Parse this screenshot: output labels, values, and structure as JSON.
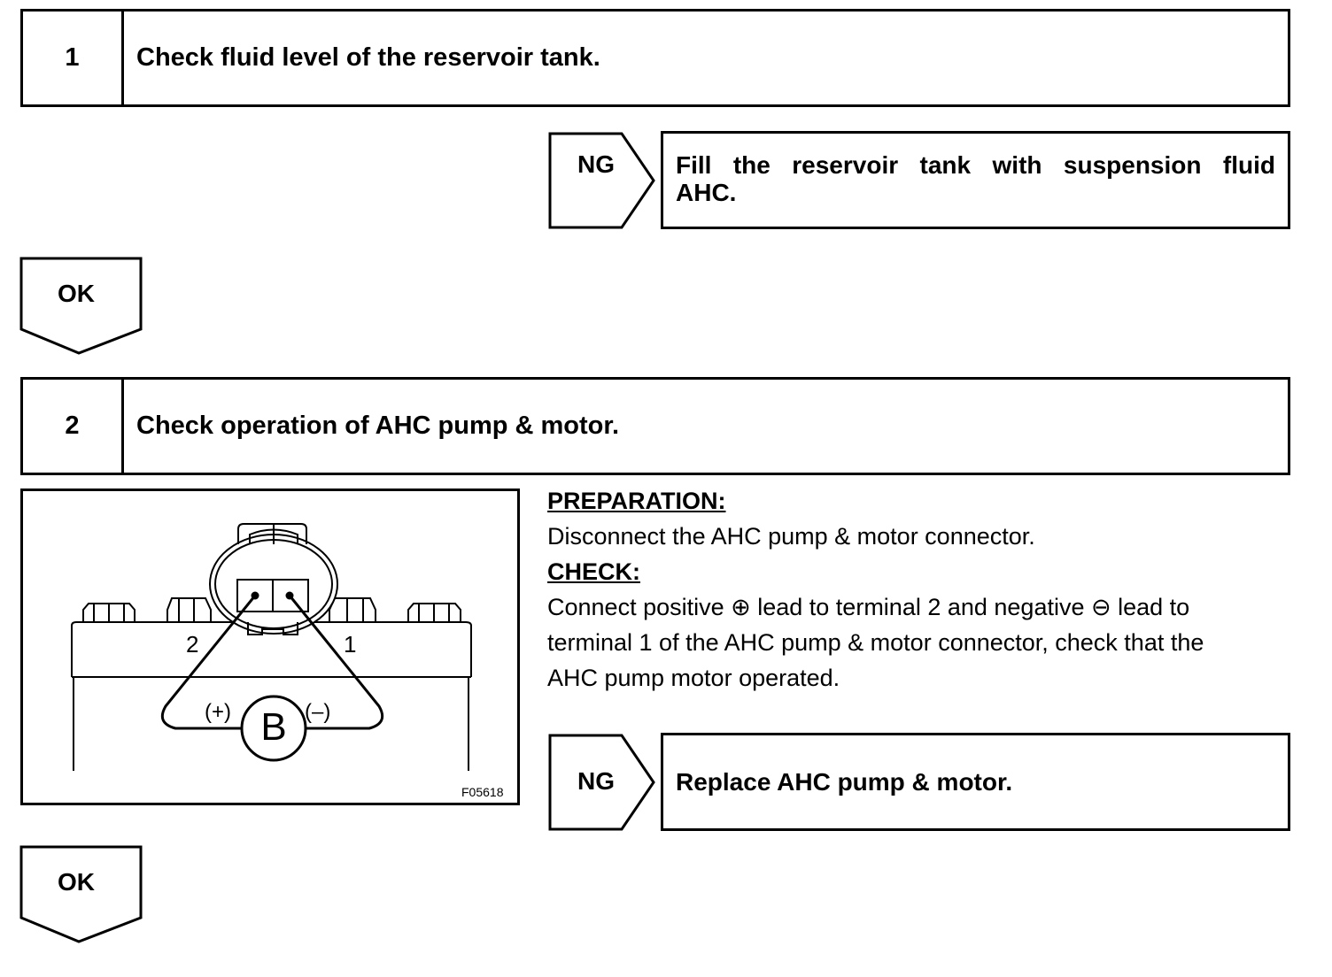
{
  "step1": {
    "number": "1",
    "title": "Check fluid level of the reservoir tank."
  },
  "ng1": {
    "label": "NG",
    "action": "Fill the reservoir tank with suspension fluid AHC."
  },
  "ok1": {
    "label": "OK"
  },
  "step2": {
    "number": "2",
    "title": "Check operation of AHC pump & motor."
  },
  "figure": {
    "terminal_2": "2",
    "terminal_1": "1",
    "plus": "(+)",
    "minus": "(–)",
    "battery": "B",
    "code": "F05618"
  },
  "instructions": {
    "preparation_heading": "PREPARATION:",
    "preparation_text": "Disconnect the AHC pump & motor connector.",
    "check_heading": "CHECK:",
    "check_line1": "Connect positive ⊕ lead to terminal 2 and negative ⊖ lead to",
    "check_line2": "terminal 1 of the AHC pump & motor connector, check that the",
    "check_line3": "AHC pump motor operated."
  },
  "ng2": {
    "label": "NG",
    "action": "Replace AHC pump & motor."
  },
  "ok2": {
    "label": "OK"
  }
}
